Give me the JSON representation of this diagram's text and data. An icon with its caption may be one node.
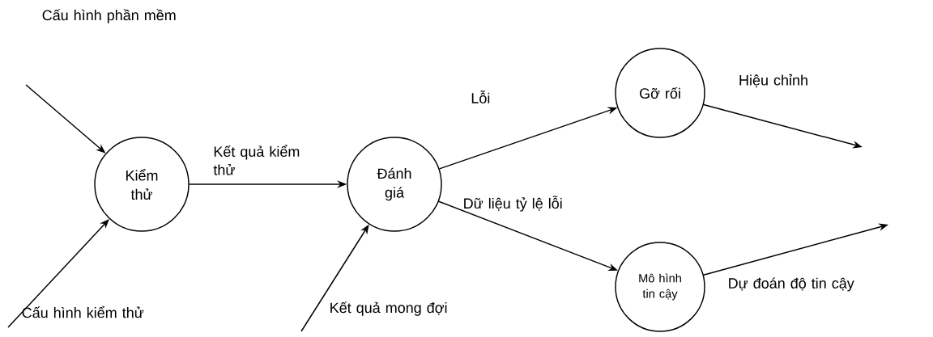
{
  "diagram": {
    "nodes": [
      {
        "text": [
          "Kiểm thử"
        ]
      },
      {
        "text": [
          "Đánh giá"
        ]
      },
      {
        "text": [
          "Gỡ rối"
        ]
      },
      {
        "text": [
          "Mô hình tin cậy"
        ]
      }
    ],
    "edges": [
      {
        "from": null,
        "to": 0,
        "arrow": "to",
        "label": "Cấu hình phần mềm"
      },
      {
        "from": null,
        "to": 0,
        "arrow": "to",
        "label": "Cấu hình kiểm thử"
      },
      {
        "from": 0,
        "to": 1,
        "arrow": "to",
        "label": "Kết quả kiểm thử"
      },
      {
        "from": null,
        "to": 1,
        "arrow": "to",
        "label": "Kết quả mong đợi"
      },
      {
        "from": 1,
        "to": 2,
        "arrow": "to",
        "label": "Lỗi"
      },
      {
        "from": 1,
        "to": 3,
        "arrow": "to",
        "label": "Dữ liệu tỷ lệ lỗi"
      },
      {
        "from": 2,
        "to": null,
        "arrow": "to",
        "label": "Hiệu chỉnh"
      },
      {
        "from": 3,
        "to": null,
        "arrow": "to",
        "label": "Dự đoán độ tin cậy"
      }
    ]
  }
}
